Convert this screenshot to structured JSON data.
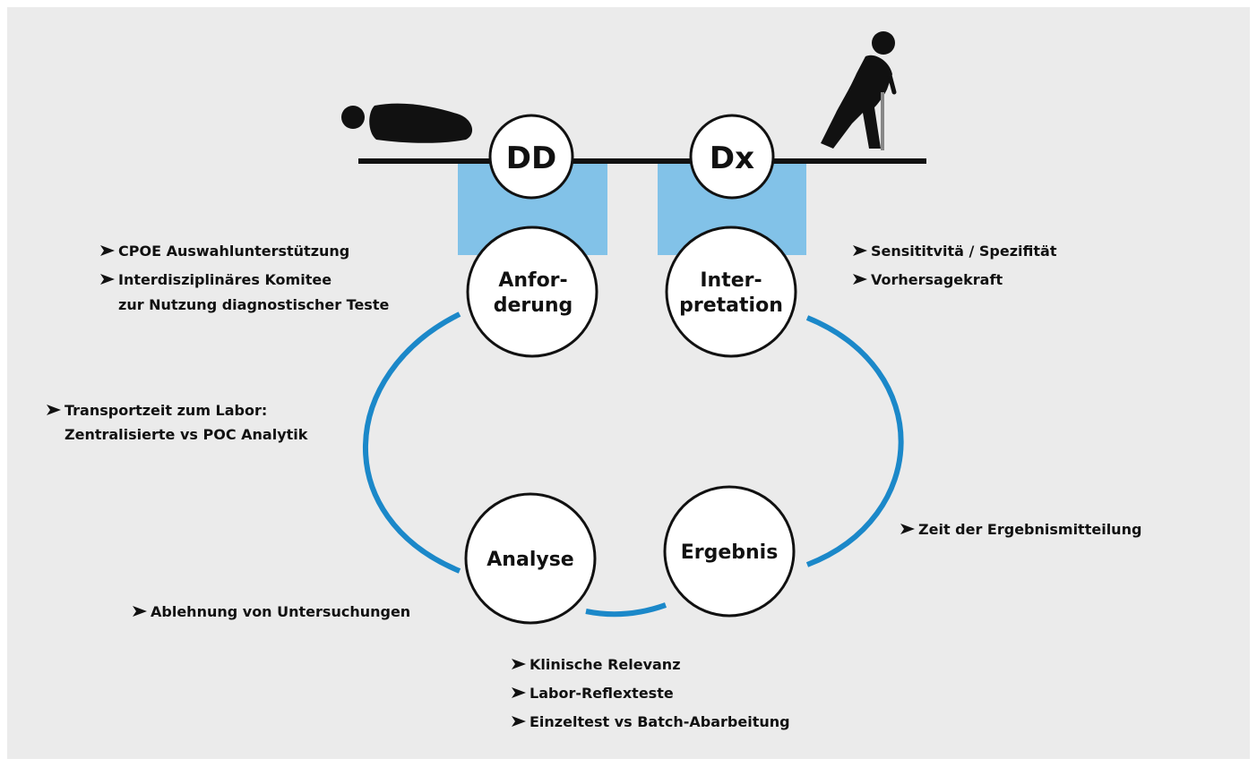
{
  "colors": {
    "background": "#ebebeb",
    "ring": "#1b88c9",
    "gap_fill": "#82c2e8",
    "line": "#111111",
    "node_fill": "#ffffff"
  },
  "icons": [
    "lying-patient-icon",
    "walking-patient-with-cane-icon"
  ],
  "nodes": {
    "dd": "DD",
    "dx": "Dx",
    "anforderung_1": "Anfor-",
    "anforderung_2": "derung",
    "interpretation_1": "Inter-",
    "interpretation_2": "pretation",
    "analyse": "Analyse",
    "ergebnis": "Ergebnis"
  },
  "notes": {
    "anforderung": [
      "CPOE Auswahlunterstützung",
      "Interdisziplinäres Komitee",
      "zur Nutzung diagnostischer Teste"
    ],
    "interpretation": [
      "Sensititvitä / Spezifität",
      "Vorhersagekraft"
    ],
    "transport": [
      "Transportzeit zum Labor:",
      "Zentralisierte vs POC Analytik"
    ],
    "ergebnis": [
      "Zeit der Ergebnismitteilung"
    ],
    "analyse": [
      "Ablehnung von Untersuchungen"
    ],
    "bottom": [
      "Klinische Relevanz",
      "Labor-Reflexteste",
      "Einzeltest vs Batch-Abarbeitung"
    ]
  }
}
